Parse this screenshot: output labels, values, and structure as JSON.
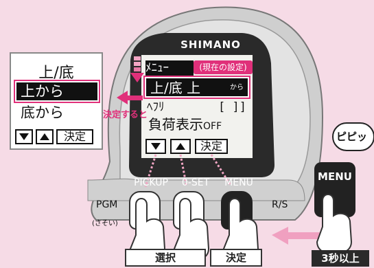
{
  "device": {
    "brand": "SHIMANO",
    "buttons": {
      "pickup": "PICKUP",
      "oset": "0-SET",
      "menu": "MENU",
      "menu_side": "MENU"
    },
    "labels": {
      "pgm": "PGM",
      "pgm_sub": "(さそい)",
      "rs": "R/S"
    }
  },
  "lcd": {
    "menu_row": "ﾒﾆｭｰ",
    "current_note": "(現在の設定)",
    "highlight_row": "上/底 上",
    "highlight_suffix": "から",
    "row3_left": "ﾍﾌﾘ",
    "row3_right": "[ ]]",
    "row4": "負荷表示",
    "row4_suffix": "OFF",
    "keys": {
      "down": "▼",
      "up": "▲",
      "confirm": "決定"
    }
  },
  "popup": {
    "title": "上/底",
    "option1": "上から",
    "option2": "底から",
    "keys": {
      "down": "▼",
      "up": "▲",
      "confirm": "決定"
    }
  },
  "annotations": {
    "confirm_note": "決定すると",
    "beep": "ピピッ",
    "hold": "3秒以上"
  },
  "bottom_labels": {
    "select": "選択",
    "confirm": "決定"
  },
  "colors": {
    "background": "#f6dbe6",
    "accent": "#e0307a",
    "accent_light": "#f3a6c4",
    "device": "#d9d9d9",
    "panel": "#222222"
  }
}
